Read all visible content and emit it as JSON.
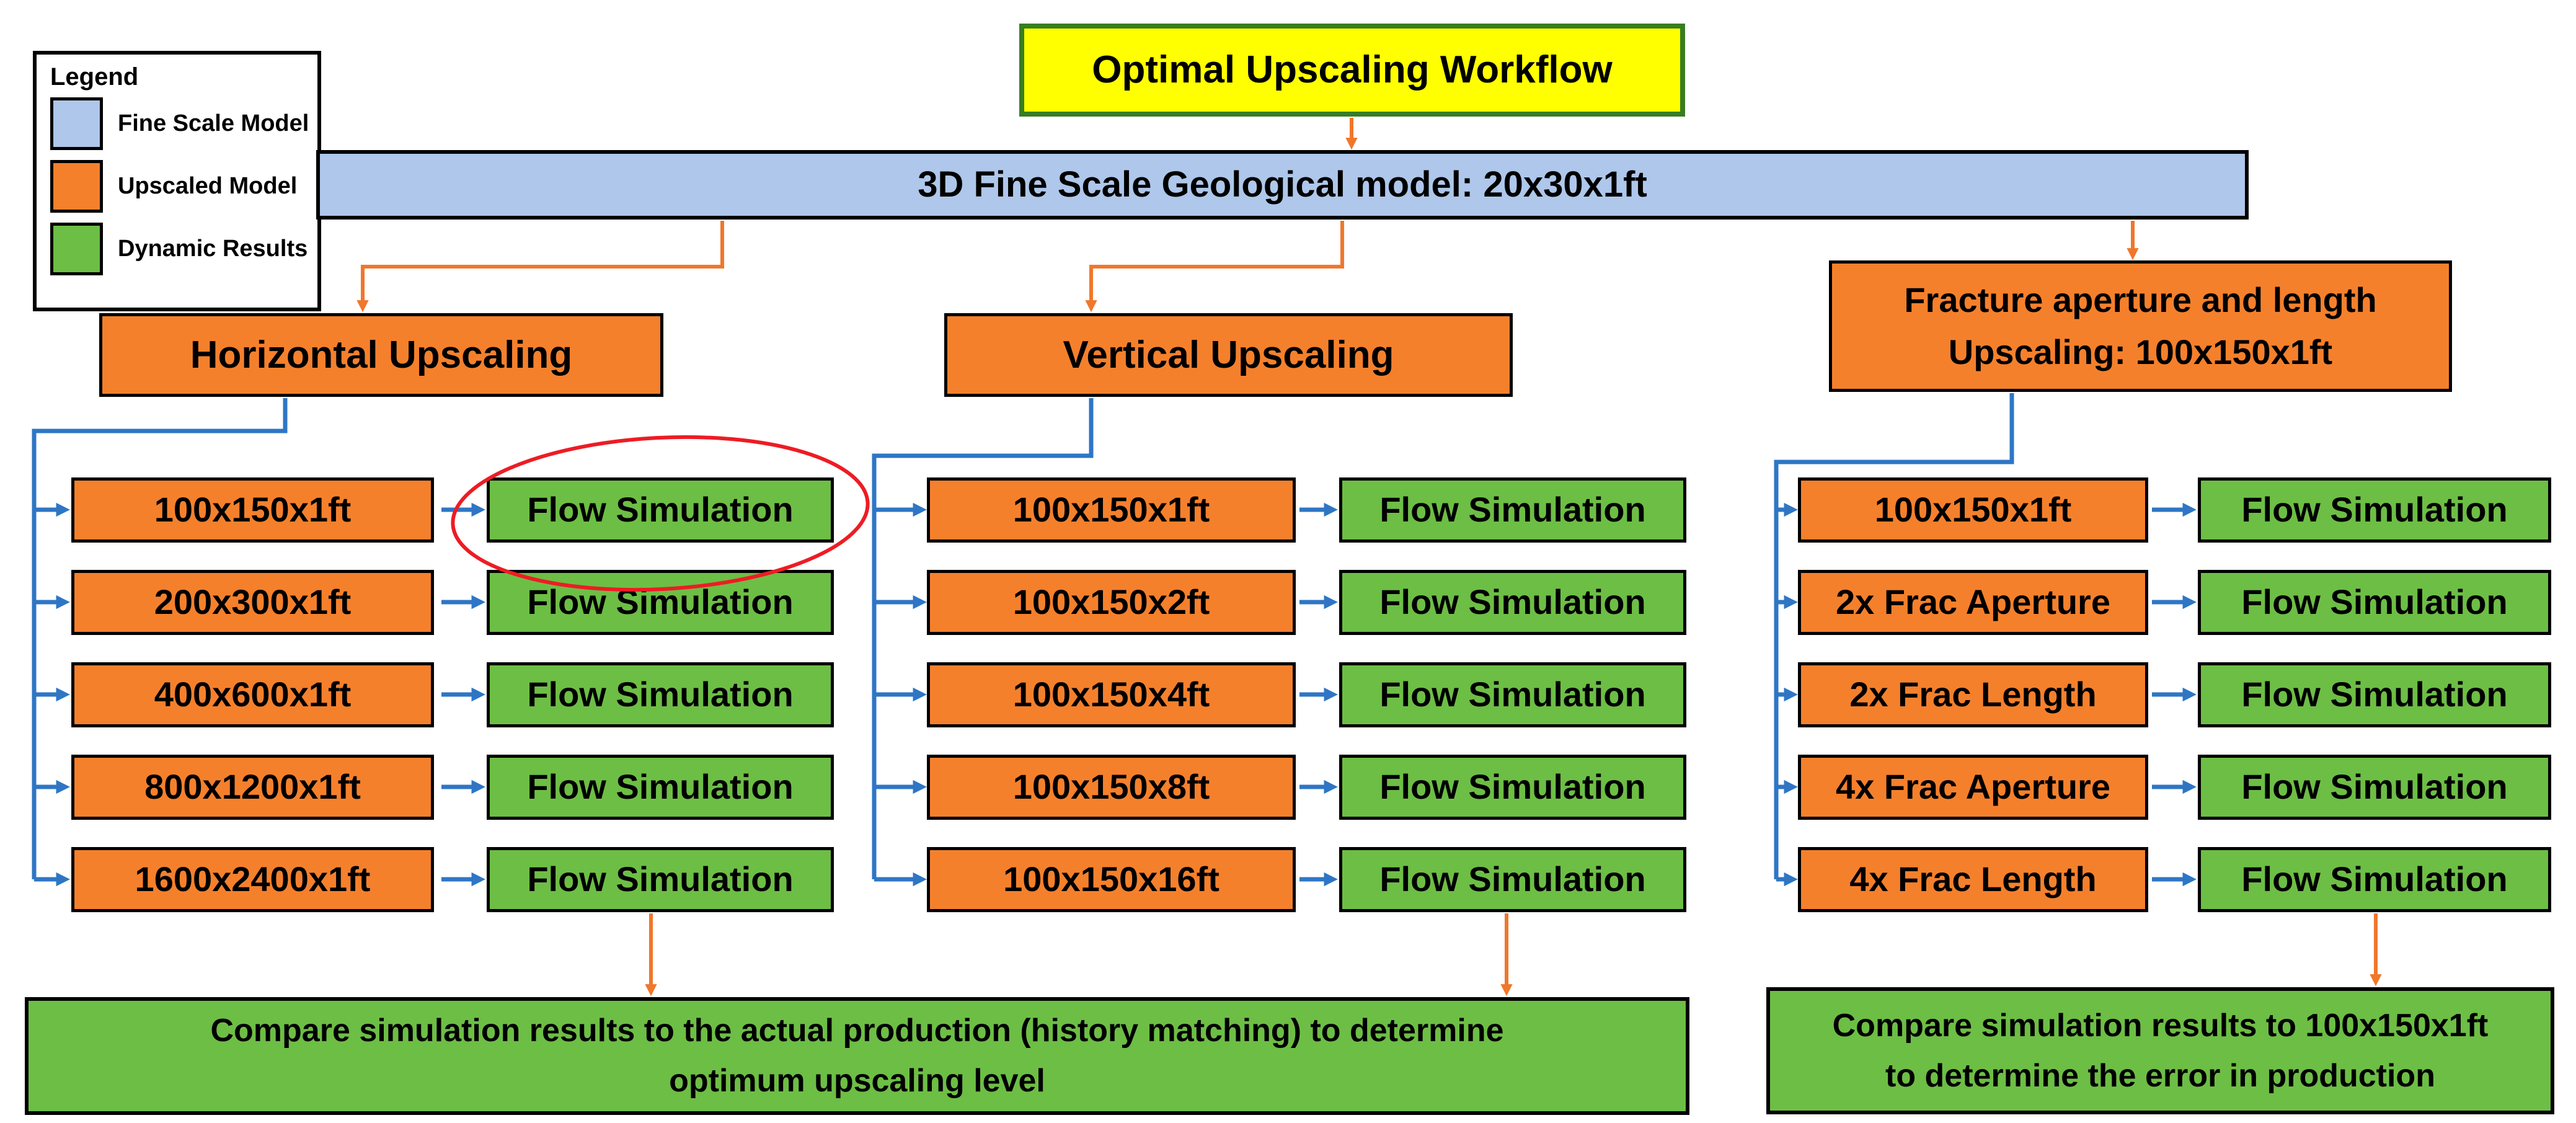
{
  "colors": {
    "fine_scale": "#AEC7EA",
    "upscaled": "#F5802C",
    "dynamic": "#6DBE45",
    "title_fill": "#FFFF00",
    "title_border": "#377D22",
    "blue_connector": "#2E76C5",
    "orange_connector": "#F0772B",
    "highlight_ellipse": "#ED1C24",
    "box_border": "#000000"
  },
  "title": "Optimal Upscaling Workflow",
  "legend": {
    "title": "Legend",
    "items": [
      {
        "label": "Fine Scale Model",
        "color": "#AEC7EA"
      },
      {
        "label": "Upscaled Model",
        "color": "#F5802C"
      },
      {
        "label": "Dynamic Results",
        "color": "#6DBE45"
      }
    ]
  },
  "fine_scale_model": "3D Fine Scale Geological model: 20x30x1ft",
  "columns": [
    {
      "header_lines": [
        "Horizontal Upscaling"
      ],
      "rows": [
        {
          "model": "100x150x1ft",
          "result": "Flow Simulation",
          "highlighted": true
        },
        {
          "model": "200x300x1ft",
          "result": "Flow Simulation",
          "highlighted": false
        },
        {
          "model": "400x600x1ft",
          "result": "Flow Simulation",
          "highlighted": false
        },
        {
          "model": "800x1200x1ft",
          "result": "Flow Simulation",
          "highlighted": false
        },
        {
          "model": "1600x2400x1ft",
          "result": "Flow Simulation",
          "highlighted": false
        }
      ]
    },
    {
      "header_lines": [
        "Vertical Upscaling"
      ],
      "rows": [
        {
          "model": "100x150x1ft",
          "result": "Flow Simulation",
          "highlighted": false
        },
        {
          "model": "100x150x2ft",
          "result": "Flow Simulation",
          "highlighted": false
        },
        {
          "model": "100x150x4ft",
          "result": "Flow Simulation",
          "highlighted": false
        },
        {
          "model": "100x150x8ft",
          "result": "Flow Simulation",
          "highlighted": false
        },
        {
          "model": "100x150x16ft",
          "result": "Flow Simulation",
          "highlighted": false
        }
      ]
    },
    {
      "header_lines": [
        "Fracture aperture and length",
        "Upscaling: 100x150x1ft"
      ],
      "rows": [
        {
          "model": "100x150x1ft",
          "result": "Flow Simulation",
          "highlighted": false
        },
        {
          "model": "2x Frac Aperture",
          "result": "Flow Simulation",
          "highlighted": false
        },
        {
          "model": "2x Frac Length",
          "result": "Flow Simulation",
          "highlighted": false
        },
        {
          "model": "4x Frac Aperture",
          "result": "Flow Simulation",
          "highlighted": false
        },
        {
          "model": "4x Frac Length",
          "result": "Flow Simulation",
          "highlighted": false
        }
      ]
    }
  ],
  "conclusions": {
    "left": {
      "line1": "Compare simulation results to the actual production (history matching) to determine",
      "line2": "optimum upscaling level"
    },
    "right": {
      "line1": "Compare simulation results to 100x150x1ft",
      "line2": "to determine the error in production"
    }
  }
}
